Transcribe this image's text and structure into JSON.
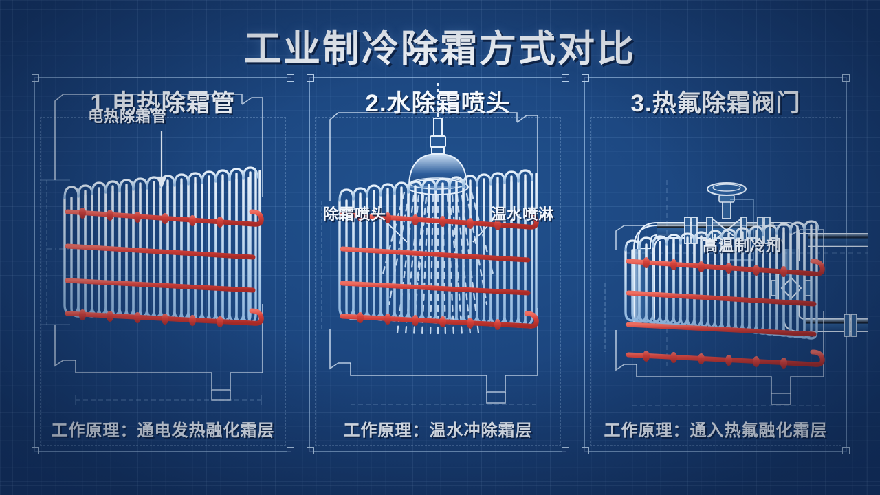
{
  "page": {
    "title": "工业制冷除霜方式对比",
    "background_color": "#1b3f75",
    "accent_line_color": "#b0d2f5",
    "coil_tube_color": "#cf3b33",
    "text_color": "#f2f6fb"
  },
  "panels": [
    {
      "id": "electric-defrost",
      "number": "1.",
      "title": "1.电热除霜管",
      "annotations": [
        {
          "name": "electric-heater-tube",
          "text": "电热除霜管"
        }
      ],
      "caption": "工作原理：通电发热融化霜层",
      "diagram": {
        "type": "finned-evaporator-coil",
        "fin_count": 30,
        "red_tube_rows": 4,
        "has_arrow_pointer": true
      }
    },
    {
      "id": "water-defrost",
      "number": "2.",
      "title": "2.水除霜喷头",
      "annotations": [
        {
          "name": "defrost-nozzle",
          "text": "除霜喷头"
        },
        {
          "name": "warm-water-spray",
          "text": "温水喷淋"
        }
      ],
      "caption": "工作原理：温水冲除霜层",
      "diagram": {
        "type": "finned-evaporator-coil-with-shower",
        "fin_count": 30,
        "red_tube_rows": 4,
        "shower_head": true,
        "spray_streams": 17
      }
    },
    {
      "id": "hot-gas-defrost",
      "number": "3.",
      "title": "3.热氟除霜阀门",
      "annotations": [
        {
          "name": "high-temperature-refrigerant",
          "text": "高温制冷剂"
        }
      ],
      "caption": "工作原理：通入热氟融化霜层",
      "diagram": {
        "type": "finned-evaporator-coil-with-piping",
        "fin_count": 30,
        "red_tube_rows": 4,
        "gate_valve": true,
        "check_valve": true,
        "flanges": 6,
        "elbows": 4
      }
    }
  ]
}
